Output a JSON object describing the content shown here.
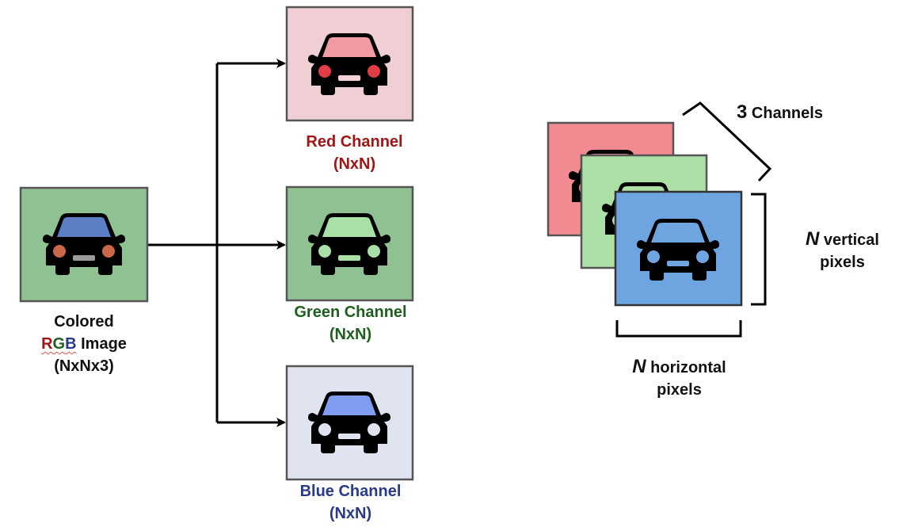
{
  "source": {
    "line1": "Colored",
    "rgb_r": "R",
    "rgb_g": "G",
    "rgb_b": "B",
    "line2_rest": " Image",
    "line3": "(NxNx3)",
    "bg": "#8fc193",
    "windshield": "#5b7ec4",
    "lights": "#c9684a",
    "grille": "#9a9a9a"
  },
  "channels": [
    {
      "name": "Red Channel",
      "size": "(NxN)",
      "bg": "#efcfd3",
      "windshield": "#f29aa3",
      "lights": "#e03d46",
      "grille": "#f6d2d6"
    },
    {
      "name": "Green Channel",
      "size": "(NxN)",
      "bg": "#8fc193",
      "windshield": "#a8e0a8",
      "lights": "#a8e0a8",
      "grille": "#a8e0a8"
    },
    {
      "name": "Blue Channel",
      "size": "(NxN)",
      "bg": "#dfe4f0",
      "windshield": "#7f9ef0",
      "lights": "#dfe4f0",
      "grille": "#dfe4f0"
    }
  ],
  "stack": {
    "channels_count": "3",
    "channels_word": " Channels",
    "vertical_n": "N",
    "vertical_rest": " vertical",
    "vertical_line2": "pixels",
    "horizontal_n": "N",
    "horizontal_rest": " horizontal",
    "horizontal_line2": "pixels",
    "layer_colors": [
      "#f28a92",
      "#ade0a6",
      "#6ea5e0"
    ]
  }
}
